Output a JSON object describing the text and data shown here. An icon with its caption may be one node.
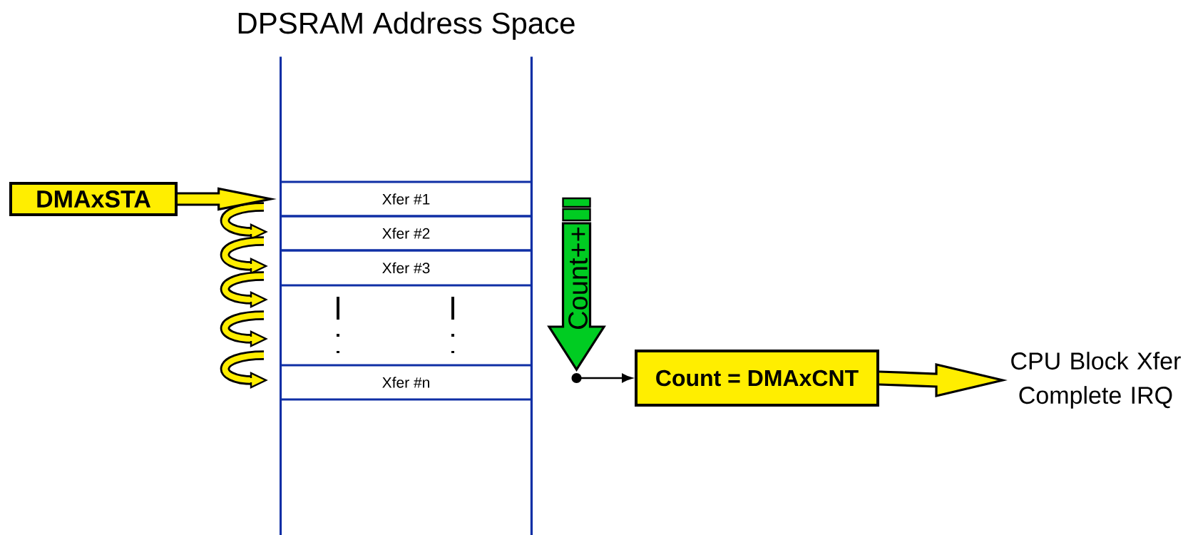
{
  "diagram": {
    "nodes": [
      {
        "text": [
          "DPSRAM Address Space"
        ]
      },
      {
        "text": [
          "Xfer #1"
        ],
        "in": 0
      },
      {
        "text": [
          "Xfer #2"
        ],
        "in": 0
      },
      {
        "text": [
          "Xfer #3"
        ],
        "in": 0
      },
      {
        "text": [
          "Xfer #n"
        ],
        "in": 0
      },
      {
        "text": [
          "DMAxSTA"
        ]
      },
      {
        "text": [
          "Count++"
        ]
      },
      {
        "text": [
          "Count = DMAxCNT"
        ]
      },
      {
        "text": [
          "CPU Block Xfer Complete IRQ"
        ]
      }
    ],
    "edges": [
      {
        "from": 5,
        "to": 1,
        "arrow": "to",
        "style": "thick"
      },
      {
        "from": 6,
        "to": 7,
        "arrow": "to"
      },
      {
        "from": 7,
        "to": 8,
        "arrow": "to",
        "style": "thick"
      }
    ]
  }
}
